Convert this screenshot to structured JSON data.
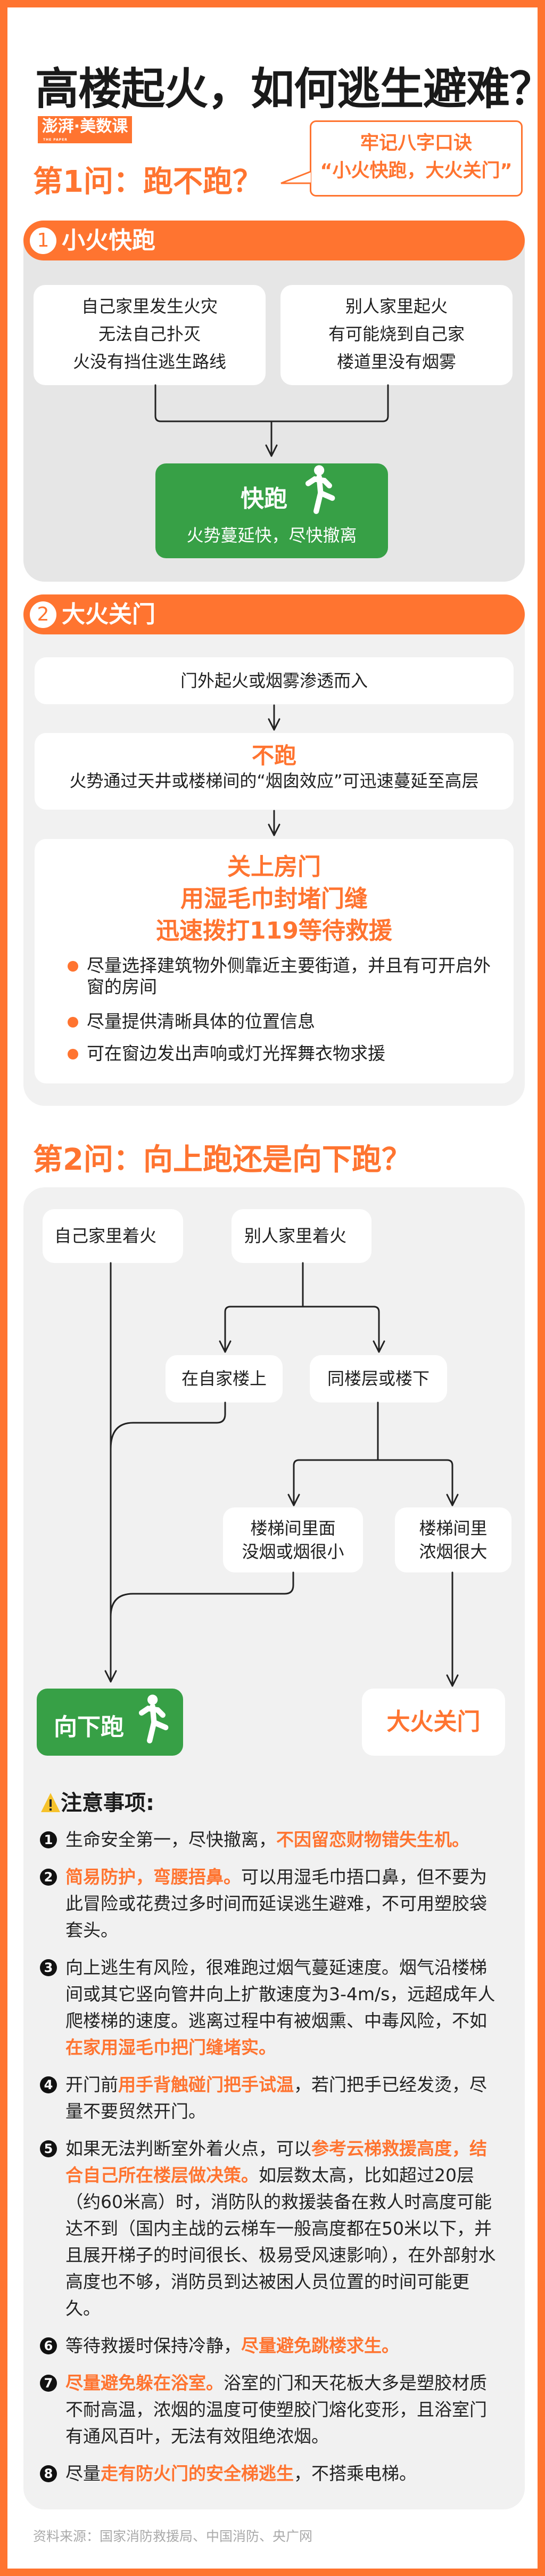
{
  "title": "高楼起火，如何逃生避难？",
  "logo": {
    "text": "澎湃·美数课",
    "sub": "THE PAPER"
  },
  "q1": {
    "title": "第1问：跑不跑？",
    "bubble_line1": "牢记八字口诀",
    "bubble_line2": "“小火快跑，大火关门”"
  },
  "s1": {
    "num": "1",
    "label": "小火快跑",
    "card_left": [
      "自己家里发生火灾",
      "无法自己扑灭",
      "火没有挡住逃生路线"
    ],
    "card_right": [
      "别人家里起火",
      "有可能烧到自己家",
      "楼道里没有烟雾"
    ],
    "result_title": "快跑",
    "result_sub": "火势蔓延快，尽快撤离"
  },
  "s2": {
    "num": "2",
    "label": "大火关门",
    "card1": "门外起火或烟雾渗透而入",
    "card2_title": "不跑",
    "card2_text": "火势通过天井或楼梯间的“烟囱效应”可迅速蔓延至高层",
    "card3_lines": [
      "关上房门",
      "用湿毛巾封堵门缝",
      "迅速拨打119等待救援"
    ],
    "bullets": [
      "尽量选择建筑物外侧靠近主要街道，并且有可开启外窗的房间",
      "尽量提供清晰具体的位置信息",
      "可在窗边发出声响或灯光挥舞衣物求援"
    ]
  },
  "q2": {
    "title": "第2问：向上跑还是向下跑？",
    "own": "自己家里着火",
    "other": "别人家里着火",
    "upstairs": "在自家楼上",
    "downstairs": "同楼层或楼下",
    "no_smoke": [
      "楼梯间里面",
      "没烟或烟很小"
    ],
    "smoke": [
      "楼梯间里",
      "浓烟很大"
    ],
    "run_down": "向下跑",
    "close_door": "大火关门"
  },
  "notes": {
    "title": "注意事项:",
    "items": [
      [
        {
          "t": "生命安全第一，尽快撤离，"
        },
        {
          "t": "不因留恋财物错失生机。",
          "hl": true
        }
      ],
      [
        {
          "t": "简易防护，弯腰捂鼻。",
          "hl": true
        },
        {
          "t": "可以用湿毛巾捂口鼻，但不要为此冒险或花费过多时间而延误逃生避难，不可用塑胶袋套头。"
        }
      ],
      [
        {
          "t": "向上逃生有风险，很难跑过烟气蔓延速度。烟气沿楼梯间或其它竖向管井向上扩散速度为3-4m/s，远超成年人爬楼梯的速度。逃离过程中有被烟熏、中毒风险，不如"
        },
        {
          "t": "在家用湿毛巾把门缝堵实。",
          "hl": true
        }
      ],
      [
        {
          "t": "开门前"
        },
        {
          "t": "用手背触碰门把手试温",
          "hl": true
        },
        {
          "t": "，若门把手已经发烫，尽量不要贸然开门。"
        }
      ],
      [
        {
          "t": "如果无法判断室外着火点，可以"
        },
        {
          "t": "参考云梯救援高度，结合自己所在楼层做决策。",
          "hl": true
        },
        {
          "t": "如层数太高，比如超过20层（约60米高）时，消防队的救援装备在救人时高度可能达不到（国内主战的云梯车一般高度都在50米以下，并且展开梯子的时间很长、极易受风速影响），在外部射水高度也不够，消防员到达被困人员位置的时间可能更久。"
        }
      ],
      [
        {
          "t": "等待救援时保持冷静，"
        },
        {
          "t": "尽量避免跳楼求生。",
          "hl": true
        }
      ],
      [
        {
          "t": "尽量避免躲在浴室。",
          "hl": true
        },
        {
          "t": "浴室的门和天花板大多是塑胶材质不耐高温，浓烟的温度可使塑胶门熔化变形，且浴室门有通风百叶，无法有效阻绝浓烟。"
        }
      ],
      [
        {
          "t": "尽量"
        },
        {
          "t": "走有防火门的安全梯逃生",
          "hl": true
        },
        {
          "t": "，不搭乘电梯。"
        }
      ]
    ]
  },
  "source": "资料来源：国家消防救援局、中国消防、央广网",
  "colors": {
    "accent": "#FF7430",
    "green": "#37A046"
  }
}
